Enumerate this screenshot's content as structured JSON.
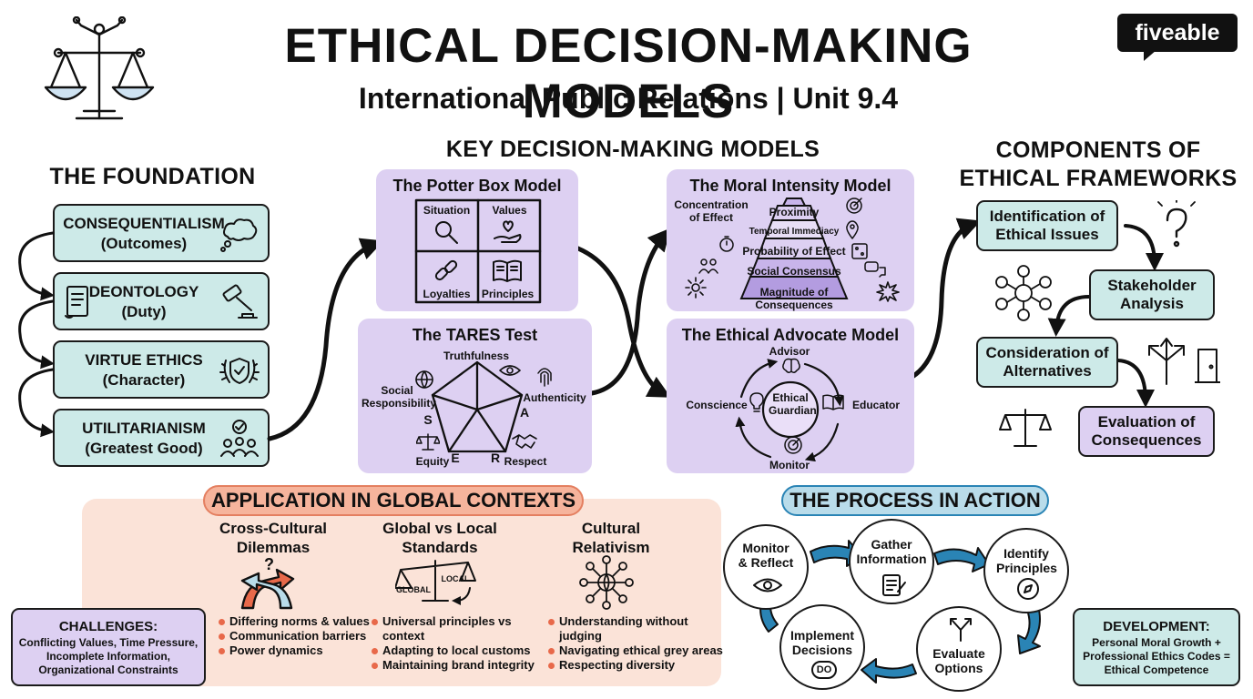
{
  "header": {
    "title": "ETHICAL DECISION-MAKING MODELS",
    "subtitle": "International Public Relations | Unit 9.4",
    "logo": "fiveable"
  },
  "foundation": {
    "heading": "THE FOUNDATION",
    "items": [
      {
        "name": "CONSEQUENTIALISM",
        "sub": "(Outcomes)",
        "icon": "thought-cloud-icon"
      },
      {
        "name": "DEONTOLOGY",
        "sub": "(Duty)",
        "icon": "gavel-scroll-icon"
      },
      {
        "name": "VIRTUE ETHICS",
        "sub": "(Character)",
        "icon": "laurel-shield-icon"
      },
      {
        "name": "UTILITARIANISM",
        "sub": "(Greatest Good)",
        "icon": "group-check-icon"
      }
    ]
  },
  "models": {
    "heading": "KEY DECISION-MAKING MODELS",
    "potter": {
      "title": "The Potter Box Model",
      "cells": [
        "Situation",
        "Values",
        "Loyalties",
        "Principles"
      ]
    },
    "tares": {
      "title": "The TARES Test",
      "labels": {
        "top": "Truthfulness",
        "right": "Authenticity",
        "bottom_right": "Respect",
        "bottom_left": "Equity",
        "left": "Social Responsibility"
      },
      "letters": [
        "S",
        "A",
        "E",
        "R"
      ]
    },
    "moral": {
      "title": "The Moral Intensity Model",
      "side_label": "Concentration of Effect",
      "levels": [
        "Proximity",
        "Temporal Immediacy",
        "Probability of Effect",
        "Social Consensus",
        "Magnitude of Consequences"
      ]
    },
    "advocate": {
      "title": "The Ethical Advocate Model",
      "center": "Ethical Guardian",
      "roles": [
        "Advisor",
        "Educator",
        "Monitor",
        "Conscience"
      ]
    }
  },
  "components": {
    "heading": "COMPONENTS OF ETHICAL FRAMEWORKS",
    "heading_line1": "COMPONENTS OF",
    "heading_line2": "ETHICAL FRAMEWORKS",
    "steps": [
      "Identification of Ethical Issues",
      "Stakeholder Analysis",
      "Consideration of Alternatives",
      "Evaluation of Consequences"
    ]
  },
  "application": {
    "heading": "APPLICATION IN GLOBAL CONTEXTS",
    "columns": [
      {
        "title": "Cross-Cultural Dilemmas",
        "bullets": [
          "Differing norms & values",
          "Communication barriers",
          "Power dynamics"
        ]
      },
      {
        "title": "Global vs Local Standards",
        "bullets": [
          "Universal principles vs context",
          "Adapting to local customs",
          "Maintaining brand integrity"
        ]
      },
      {
        "title": "Cultural Relativism",
        "bullets": [
          "Understanding without judging",
          "Navigating ethical grey areas",
          "Respecting diversity"
        ]
      }
    ],
    "scale_labels": [
      "GLOBAL",
      "LOCAL"
    ]
  },
  "challenges": {
    "heading": "CHALLENGES:",
    "text": "Conflicting Values, Time Pressure, Incomplete Information, Organizational Constraints"
  },
  "process": {
    "heading": "THE PROCESS IN ACTION",
    "steps": [
      "Gather Information",
      "Identify Principles",
      "Evaluate Options",
      "Implement Decisions",
      "Monitor & Reflect"
    ],
    "do_label": "DO"
  },
  "development": {
    "heading": "DEVELOPMENT:",
    "text": "Personal Moral Growth + Professional Ethics Codes = Ethical Competence"
  },
  "colors": {
    "teal": "#cdeae8",
    "purple": "#ddd0f2",
    "peach": "#fbe3d8",
    "orange_accent": "#e8694a",
    "blue_accent": "#2a84b5"
  }
}
